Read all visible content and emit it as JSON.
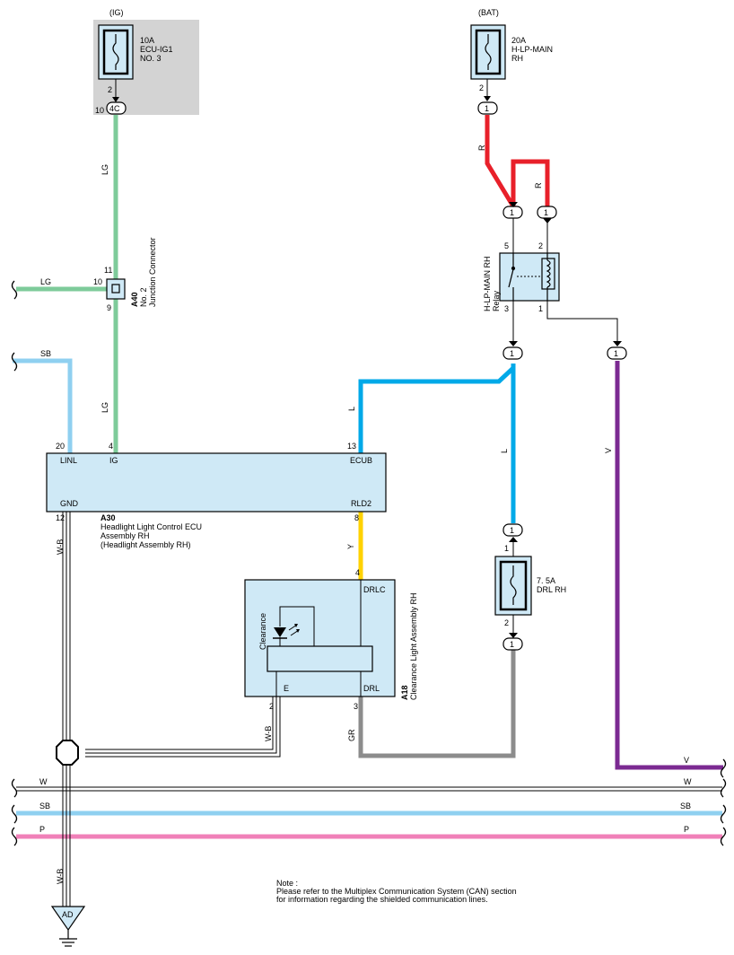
{
  "power": {
    "ig_label": "(IG)",
    "ig_fuse": [
      "10A",
      "ECU-IG1",
      "NO. 3"
    ],
    "ig_pin": "2",
    "ig_conn_left": "10",
    "ig_conn": "4C",
    "bat_label": "(BAT)",
    "bat_fuse": [
      "20A",
      "H-LP-MAIN",
      "RH"
    ],
    "bat_pin": "2",
    "bat_conn": "1"
  },
  "wires": {
    "lg_top": "LG",
    "lg_left": "LG",
    "lg_bottom": "LG",
    "sb_left": "SB",
    "r_left": "R",
    "r_right": "R",
    "l_top": "L",
    "l_mid": "L",
    "v": "V",
    "v_end": "V",
    "y": "Y",
    "wb_left": "W-B",
    "wb_mid": "W-B",
    "wb_bottom": "W-B",
    "gr": "GR"
  },
  "junction": {
    "code": "A40",
    "name": [
      "No. 2",
      "Junction Connector"
    ],
    "pin_top": "11",
    "pin_left": "10",
    "pin_bottom": "9"
  },
  "relay": {
    "name": [
      "H-LP-MAIN RH",
      "Relay"
    ],
    "pin_5": "5",
    "pin_2": "2",
    "pin_3": "3",
    "pin_1": "1",
    "conn_top_left": "1",
    "conn_top_right": "1",
    "conn_bottom": "1",
    "conn_v": "1"
  },
  "ecu": {
    "code": "A30",
    "name": [
      "Headlight Light Control ECU",
      "Assembly RH",
      "(Headlight Assembly RH)"
    ],
    "pin_linl": "20",
    "label_linl": "LINL",
    "pin_ig": "4",
    "label_ig": "IG",
    "pin_ecub": "13",
    "label_ecub": "ECUB",
    "pin_gnd": "12",
    "label_gnd": "GND",
    "pin_rld2": "8",
    "label_rld2": "RLD2"
  },
  "drl_fuse": {
    "rating": [
      "7. 5A",
      "DRL RH"
    ],
    "pin_top": "1",
    "pin_bottom": "2",
    "conn_top": "1",
    "conn_bottom": "1"
  },
  "clearance": {
    "code": "A18",
    "name": "Clearance Light Assembly RH",
    "inner": "Clearance",
    "pin_drlc": "4",
    "label_drlc": "DRLC",
    "pin_e": "2",
    "label_e": "E",
    "pin_drl": "3",
    "label_drl": "DRL"
  },
  "bus": {
    "w_left": "W",
    "w_right": "W",
    "sb_left": "SB",
    "sb_right": "SB",
    "p_left": "P",
    "p_right": "P"
  },
  "ground": "AD",
  "note": [
    "Note :",
    "Please refer to the Multiplex Communication System (CAN) section",
    "for information regarding the shielded communication lines."
  ],
  "colors": {
    "lg": "#7ecb9a",
    "sb": "#8fd0f0",
    "l": "#00a9e8",
    "r": "#e8202a",
    "v": "#7b2a92",
    "y": "#ffd200",
    "gr": "#8c8c8c",
    "p": "#f080b8",
    "panel": "#cfe9f6",
    "ig_bg": "#d3d3d3"
  }
}
